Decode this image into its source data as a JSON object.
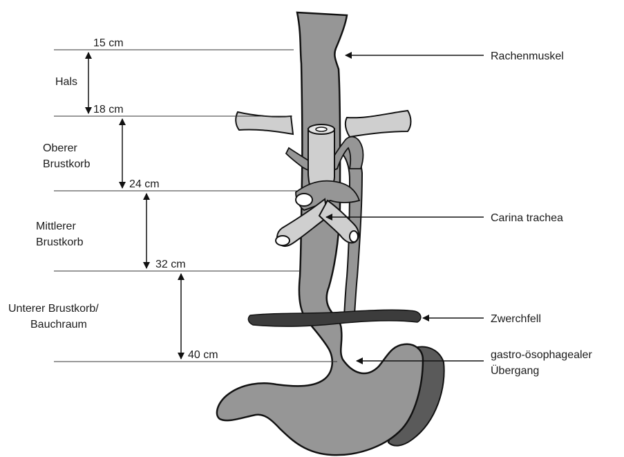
{
  "colors": {
    "organ": "#969696",
    "organ_light": "#cfcfcf",
    "organ_dark": "#5a5a5a",
    "diaphragm": "#3c3c3c",
    "outline": "#111111"
  },
  "depth_markers": [
    {
      "label": "15 cm"
    },
    {
      "label": "18 cm"
    },
    {
      "label": "24 cm"
    },
    {
      "label": "32 cm"
    },
    {
      "label": "40 cm"
    }
  ],
  "regions": {
    "hals": {
      "lines": [
        "Hals"
      ]
    },
    "oberer": {
      "lines": [
        "Oberer",
        "Brustkorb"
      ]
    },
    "mittlerer": {
      "lines": [
        "Mittlerer",
        "Brustkorb"
      ]
    },
    "unterer": {
      "lines": [
        "Unterer Brustkorb/",
        "Bauchraum"
      ]
    }
  },
  "callouts": {
    "rachenmuskel": {
      "lines": [
        "Rachenmuskel"
      ]
    },
    "carina": {
      "lines": [
        "Carina trachea"
      ]
    },
    "zwerchfell": {
      "lines": [
        "Zwerchfell"
      ]
    },
    "uebergang": {
      "lines": [
        "gastro-ösophagealer",
        "Übergang"
      ]
    }
  }
}
